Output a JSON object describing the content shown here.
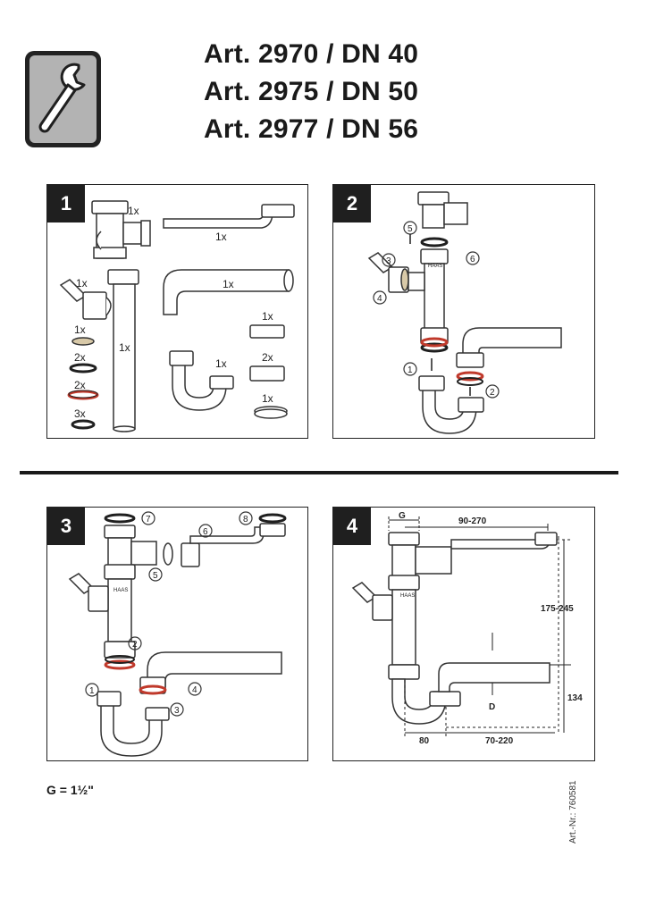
{
  "header": {
    "icon": "wrench-icon",
    "titles": [
      "Art. 2970 / DN 40",
      "Art. 2975 / DN 50",
      "Art. 2977 / DN 56"
    ]
  },
  "steps": [
    {
      "number": "1",
      "quantities": [
        "1x",
        "1x",
        "1x",
        "1x",
        "1x",
        "1x",
        "2x",
        "2x",
        "3x",
        "1x",
        "1x",
        "2x",
        "1x"
      ]
    },
    {
      "number": "2",
      "callouts": [
        "5",
        "3",
        "6",
        "4",
        "1",
        "2"
      ]
    },
    {
      "number": "3",
      "callouts": [
        "7",
        "6",
        "8",
        "5",
        "2",
        "1",
        "4",
        "3"
      ]
    },
    {
      "number": "4",
      "dimensions": {
        "g": "G",
        "range_horizontal": "90-270",
        "range_vertical": "175-245",
        "height": "134",
        "d": "D",
        "offset": "80",
        "range_bottom": "70-220"
      }
    }
  ],
  "brand_label": "HAAS",
  "footnote": "G = 1½\"",
  "article_number": "Art.-Nr.: 760581",
  "colors": {
    "icon_bg": "#b3b3b3",
    "dark": "#1f1f1f",
    "ring_red": "#c0392b",
    "ring_beige": "#d8c9a8",
    "outline": "#333333"
  }
}
